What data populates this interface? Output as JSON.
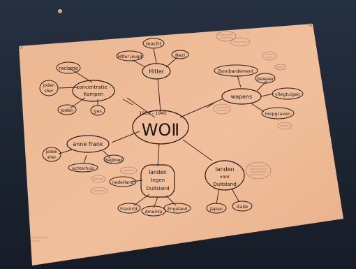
{
  "center": {
    "years": "1939 - 1945",
    "title": "WOⅡ"
  },
  "nodes": {
    "concentration": {
      "line1": "concentratie -",
      "line2": "Kampen"
    },
    "hitler": "Hitler",
    "wapens": "wapens",
    "anne_frank": "anne frank",
    "tegen": {
      "line1": "landen",
      "line2": "tegen",
      "line3": "Duitsland"
    },
    "voor": {
      "line1": "landen",
      "line2": "voor",
      "line3": "Duitsland"
    }
  },
  "leaves": {
    "racisme": "racisme",
    "joden_l": {
      "line1": "joden",
      "line2": "sher"
    },
    "joden": "Joden",
    "gas": "gas",
    "macht": "macht",
    "hitlerjeugd": "Hitler jeugd",
    "nazi": "Nazi",
    "bombardement": "Bombardement",
    "geweer": "Geweer",
    "vliegtuigen": "vliegtuigen",
    "loopgraven": "loopgraven",
    "joden_a": {
      "line1": "joden",
      "line2": "sher"
    },
    "achterhuis": "achterhuis",
    "dagboek": "dagboek",
    "nederland": "nederland",
    "frankrijk": "Frankrijk",
    "amerika": "Amerika",
    "engeland": "Engeland",
    "japan": "Japan",
    "italie": "Italië"
  }
}
